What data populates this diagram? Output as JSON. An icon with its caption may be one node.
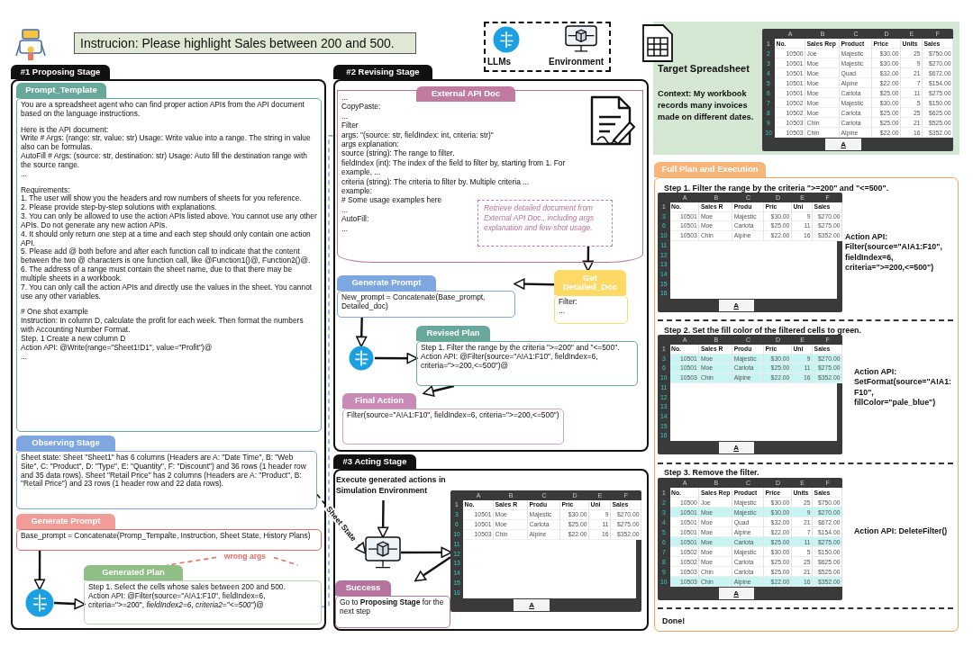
{
  "diagram": {
    "nodes": [
      {
        "text": [
          "Instrucion: Please highlight Sales between 200 and 500."
        ]
      },
      {
        "text": [
          "#1 Proposing Stage"
        ]
      },
      {
        "text": [
          "Prompt_Template",
          "You are a spreadsheet agent who can find proper action APIs from the API document based on the language instructions.",
          "Here is the API document:",
          "Write # Args: (range: str, value: str) Usage: Write value into a range. The string in value also can be formulas.",
          "AutoFill # Args: (source: str, destination: str) Usage: Auto fill the destination range with the source range.",
          "...",
          "Requirements:",
          "1. The user will show you the headers and row numbers of sheets for you reference.",
          "2. Please provide step-by-step solutions with explanations.",
          "3. You can only be allowed to use the action APIs listed above. You cannot use any other APIs. Do not generate any new action APIs.",
          "4. It should only return one step at a time and each step should only contain one action API.",
          "5. Please add @ both before and after each function call to indicate that the content between the two @ characters is one function call, like @Function1()@, Function2()@.",
          "6. The address of a range must contain the sheet name, due to that there may be multiple sheets in a workbook.",
          "7. You can only call the action APIs and directly use the values in the sheet. You cannot use any other variables.",
          "# One shot example",
          "Instruction: In column D, calculate the profit for each week. Then format the numbers with Accounting Number Format.",
          "Step. 1 Create a new column D",
          "Action API: @Write(range=\"Sheet1!D1\", value=\"Profit\")@",
          "..."
        ],
        "in": 1
      },
      {
        "text": [
          "Observing Stage",
          "Sheet state: Sheet \"Sheet1\" has 6 columns (Headers are A: \"Date Time\", B: \"Web Site\", C: \"Product\", D: \"Type\", E: \"Quantity\", F: \"Discount\") and 36 rows (1 header row and 35 data rows). Sheet \"Retail Price\" has 2 columns (Headers are A: \"Product\", B: \"Retail Price\") and 23 rows (1 header row and 22 data rows)."
        ],
        "in": 1
      },
      {
        "text": [
          "Generate Prompt",
          "Base_prompt = Concatenate(Promp_Tempalte, Instruction, Sheet State, History Plans)"
        ],
        "in": 1
      },
      {
        "text": [],
        "shape": "picture",
        "in": 1
      },
      {
        "text": [
          "Generated Plan",
          "Step 1. Select the cells whose sales between 200 and 500.",
          "Action API: @Filter(source=\"A!A1:F10\", fieldIndex=6, criteria=\">=200\", *fieldIndex2=6, criteria2=\"<=500\"*)@"
        ],
        "in": 1
      },
      {
        "text": [
          "wrong args"
        ],
        "in": 1
      },
      {
        "text": [
          "#2 Revising Stage"
        ]
      },
      {
        "text": [
          "External API Doc",
          "...",
          "CopyPaste:",
          "...",
          "Filter",
          "args: \"(source: str, fieldIndex: int, criteria: str)\"",
          "args explanation:",
          "source (string): The range to filter.",
          "fieldIndex (int): The index of the field to filter by, starting from 1. For example, ...",
          "criteria (string): The criteria to filter by. Multiple criteria ...",
          "example:",
          "# Some usage examples here",
          "...",
          "AutoFill:",
          "..."
        ],
        "in": 8
      },
      {
        "text": [
          "Retrieve detailed document from External API Doc., including args explanation and few-shot usage."
        ],
        "in": 9
      },
      {
        "text": [
          "Get Detailed_Doc",
          "Filter:",
          "..."
        ],
        "in": 8
      },
      {
        "text": [
          "Generate Prompt",
          "New_prompt = Concatenate(Base_prompt, Detailed_doc)"
        ],
        "in": 8
      },
      {
        "text": [],
        "shape": "picture",
        "in": 8
      },
      {
        "text": [
          "Revised Plan",
          "Step 1. Filter the range by the criteria \">=200\" and \"<=500\".",
          "Action API: @Filter(source=\"A!A1:F10\", fieldIndex=6, criteria=\">=200,<=500\")@"
        ],
        "in": 8
      },
      {
        "text": [
          "Final Action",
          "Filter(source=\"A!A1:F10\", fieldIndex=6, criteria=\">=200,<=500\")"
        ],
        "in": 8
      },
      {
        "text": [
          "#3 Acting Stage"
        ]
      },
      {
        "text": [
          "Execute generated actions in Simulation Environment"
        ],
        "in": 16
      },
      {
        "text": [],
        "shape": "picture",
        "in": 16
      },
      {
        "text": [
          "A",
          "B",
          "C",
          "D",
          "E",
          "F",
          "1",
          "No.",
          "Sales R",
          "Produ",
          "Pric",
          "Uni",
          "Sales",
          "3",
          "10501",
          "Moe",
          "Majestic",
          "$30.00",
          "9",
          "$270.00",
          "6",
          "10501",
          "Moe",
          "Carlota",
          "$25.00",
          "11",
          "$275.00",
          "10",
          "10503",
          "Chin",
          "Alpine",
          "$22.00",
          "16",
          "$352.00",
          "11",
          "12",
          "13",
          "14",
          "15",
          "16",
          "A"
        ],
        "in": 16
      },
      {
        "text": [
          "Success",
          "Go to **Proposing Stage** for the next step"
        ],
        "in": 16
      },
      {
        "text": [
          "Target Spreadsheet",
          "Context: My workbook records many invoices made on different dates."
        ]
      },
      {
        "text": [
          "A",
          "B",
          "C",
          "D",
          "E",
          "F",
          "1",
          "No.",
          "Sales Rep",
          "Product",
          "Price",
          "Units",
          "Sales",
          "2",
          "10500",
          "Joe",
          "Majestic",
          "$30.00",
          "25",
          "$750.00",
          "3",
          "10501",
          "Moe",
          "Majestic",
          "$30.00",
          "9",
          "$270.00",
          "4",
          "10501",
          "Moe",
          "Quad",
          "$32.00",
          "21",
          "$672.00",
          "5",
          "10501",
          "Moe",
          "Alpine",
          "$22.00",
          "7",
          "$154.00",
          "6",
          "10501",
          "Moe",
          "Carlota",
          "$25.00",
          "11",
          "$275.00",
          "7",
          "10502",
          "Moe",
          "Majestic",
          "$30.00",
          "5",
          "$150.00",
          "8",
          "10502",
          "Moe",
          "Carlota",
          "$25.00",
          "25",
          "$625.00",
          "9",
          "10503",
          "Chin",
          "Carlota",
          "$25.00",
          "21",
          "$525.00",
          "10",
          "10503",
          "Chin",
          "Alpine",
          "$22.00",
          "16",
          "$352.00",
          "A"
        ],
        "in": 21
      },
      {
        "text": [
          "Full Plan and Execution",
          "Step 1. Filter the range by the criteria \">=200\" and \"<=500\".",
          "Step 2. Set the fill color of the filtered cells to green.",
          "Step 3. Remove the filter.",
          "Done!"
        ]
      },
      {
        "text": [
          "A",
          "B",
          "C",
          "D",
          "E",
          "F",
          "1",
          "No.",
          "Sales R",
          "Produ",
          "Pric",
          "Uni",
          "Sales",
          "3",
          "10501",
          "Moe",
          "Majestic",
          "$30.00",
          "9",
          "$270.00",
          "6",
          "10501",
          "Moe",
          "Carlota",
          "$25.00",
          "11",
          "$275.00",
          "10",
          "10503",
          "Chin",
          "Alpine",
          "$22.00",
          "16",
          "$352.00",
          "11",
          "12",
          "13",
          "14",
          "15",
          "16",
          "A"
        ],
        "in": 23,
        "beside": [
          "Action API: Filter(source=\"A!A1:F10\", fieldIndex=6, criteria=\">=200,<=500\")"
        ]
      },
      {
        "text": [
          "A",
          "B",
          "C",
          "D",
          "E",
          "F",
          "1",
          "No.",
          "Sales R",
          "Produ",
          "Pric",
          "Uni",
          "Sales",
          "3",
          "10501",
          "Moe",
          "Majestic",
          "$30.00",
          "9",
          "$270.00",
          "6",
          "10501",
          "Moe",
          "Carlota",
          "$25.00",
          "11",
          "$275.00",
          "10",
          "10503",
          "Chin",
          "Alpine",
          "$22.00",
          "16",
          "$352.00",
          "11",
          "12",
          "13",
          "14",
          "15",
          "16",
          "A"
        ],
        "in": 23,
        "beside": [
          "Action API: SetFormat(source=\"A!A1:F10\", fillColor=\"pale_blue\")"
        ]
      },
      {
        "text": [
          "A",
          "B",
          "C",
          "D",
          "E",
          "F",
          "1",
          "No.",
          "Sales Rep",
          "Product",
          "Price",
          "Units",
          "Sales",
          "2",
          "10500",
          "Joe",
          "Majestic",
          "$30.00",
          "25",
          "$750.00",
          "3",
          "10501",
          "Moe",
          "Majestic",
          "$30.00",
          "9",
          "$270.00",
          "4",
          "10501",
          "Moe",
          "Quad",
          "$32.00",
          "21",
          "$672.00",
          "5",
          "10501",
          "Moe",
          "Alpine",
          "$22.00",
          "7",
          "$154.00",
          "6",
          "10501",
          "Moe",
          "Carlota",
          "$25.00",
          "11",
          "$275.00",
          "7",
          "10502",
          "Moe",
          "Majestic",
          "$30.00",
          "5",
          "$150.00",
          "8",
          "10502",
          "Moe",
          "Carlota",
          "$25.00",
          "25",
          "$625.00",
          "9",
          "10503",
          "Chin",
          "Carlota",
          "$25.00",
          "21",
          "$525.00",
          "10",
          "10503",
          "Chin",
          "Alpine",
          "$22.00",
          "16",
          "$352.00",
          "A"
        ],
        "in": 23,
        "beside": [
          "Action API: DeleteFilter()"
        ]
      }
    ],
    "edges": [
      {
        "from": 4,
        "to": 5,
        "arrow": "to"
      },
      {
        "from": 5,
        "to": 6,
        "arrow": "to"
      },
      {
        "from": 7,
        "to": 6,
        "arrow": "none",
        "style": "dashed",
        "color": "#ea6b66"
      },
      {
        "from": 7,
        "to": 6,
        "arrow": "none",
        "style": "dashed",
        "color": "#ea6b66"
      },
      {
        "from": 6,
        "to": 9,
        "arrow": "none",
        "style": "dashed",
        "color": "#7ea6e0"
      },
      {
        "from": 10,
        "to": 11,
        "arrow": "to"
      },
      {
        "from": 11,
        "to": 12,
        "arrow": "to"
      },
      {
        "from": 12,
        "to": 13,
        "arrow": "to"
      },
      {
        "from": 13,
        "to": 14,
        "arrow": "to"
      },
      {
        "from": 14,
        "to": 15,
        "arrow": "to"
      },
      {
        "from": 17,
        "to": 18,
        "arrow": "to"
      },
      {
        "from": 18,
        "to": 19,
        "arrow": "to"
      },
      {
        "from": 19,
        "to": 20,
        "arrow": "to"
      },
      {
        "from": 3,
        "to": 18,
        "arrow": "to",
        "style": "dashed",
        "label": "Sheet State"
      }
    ],
    "legend": [
      {
        "text": "LLMs"
      },
      {
        "text": "Environment"
      }
    ]
  }
}
